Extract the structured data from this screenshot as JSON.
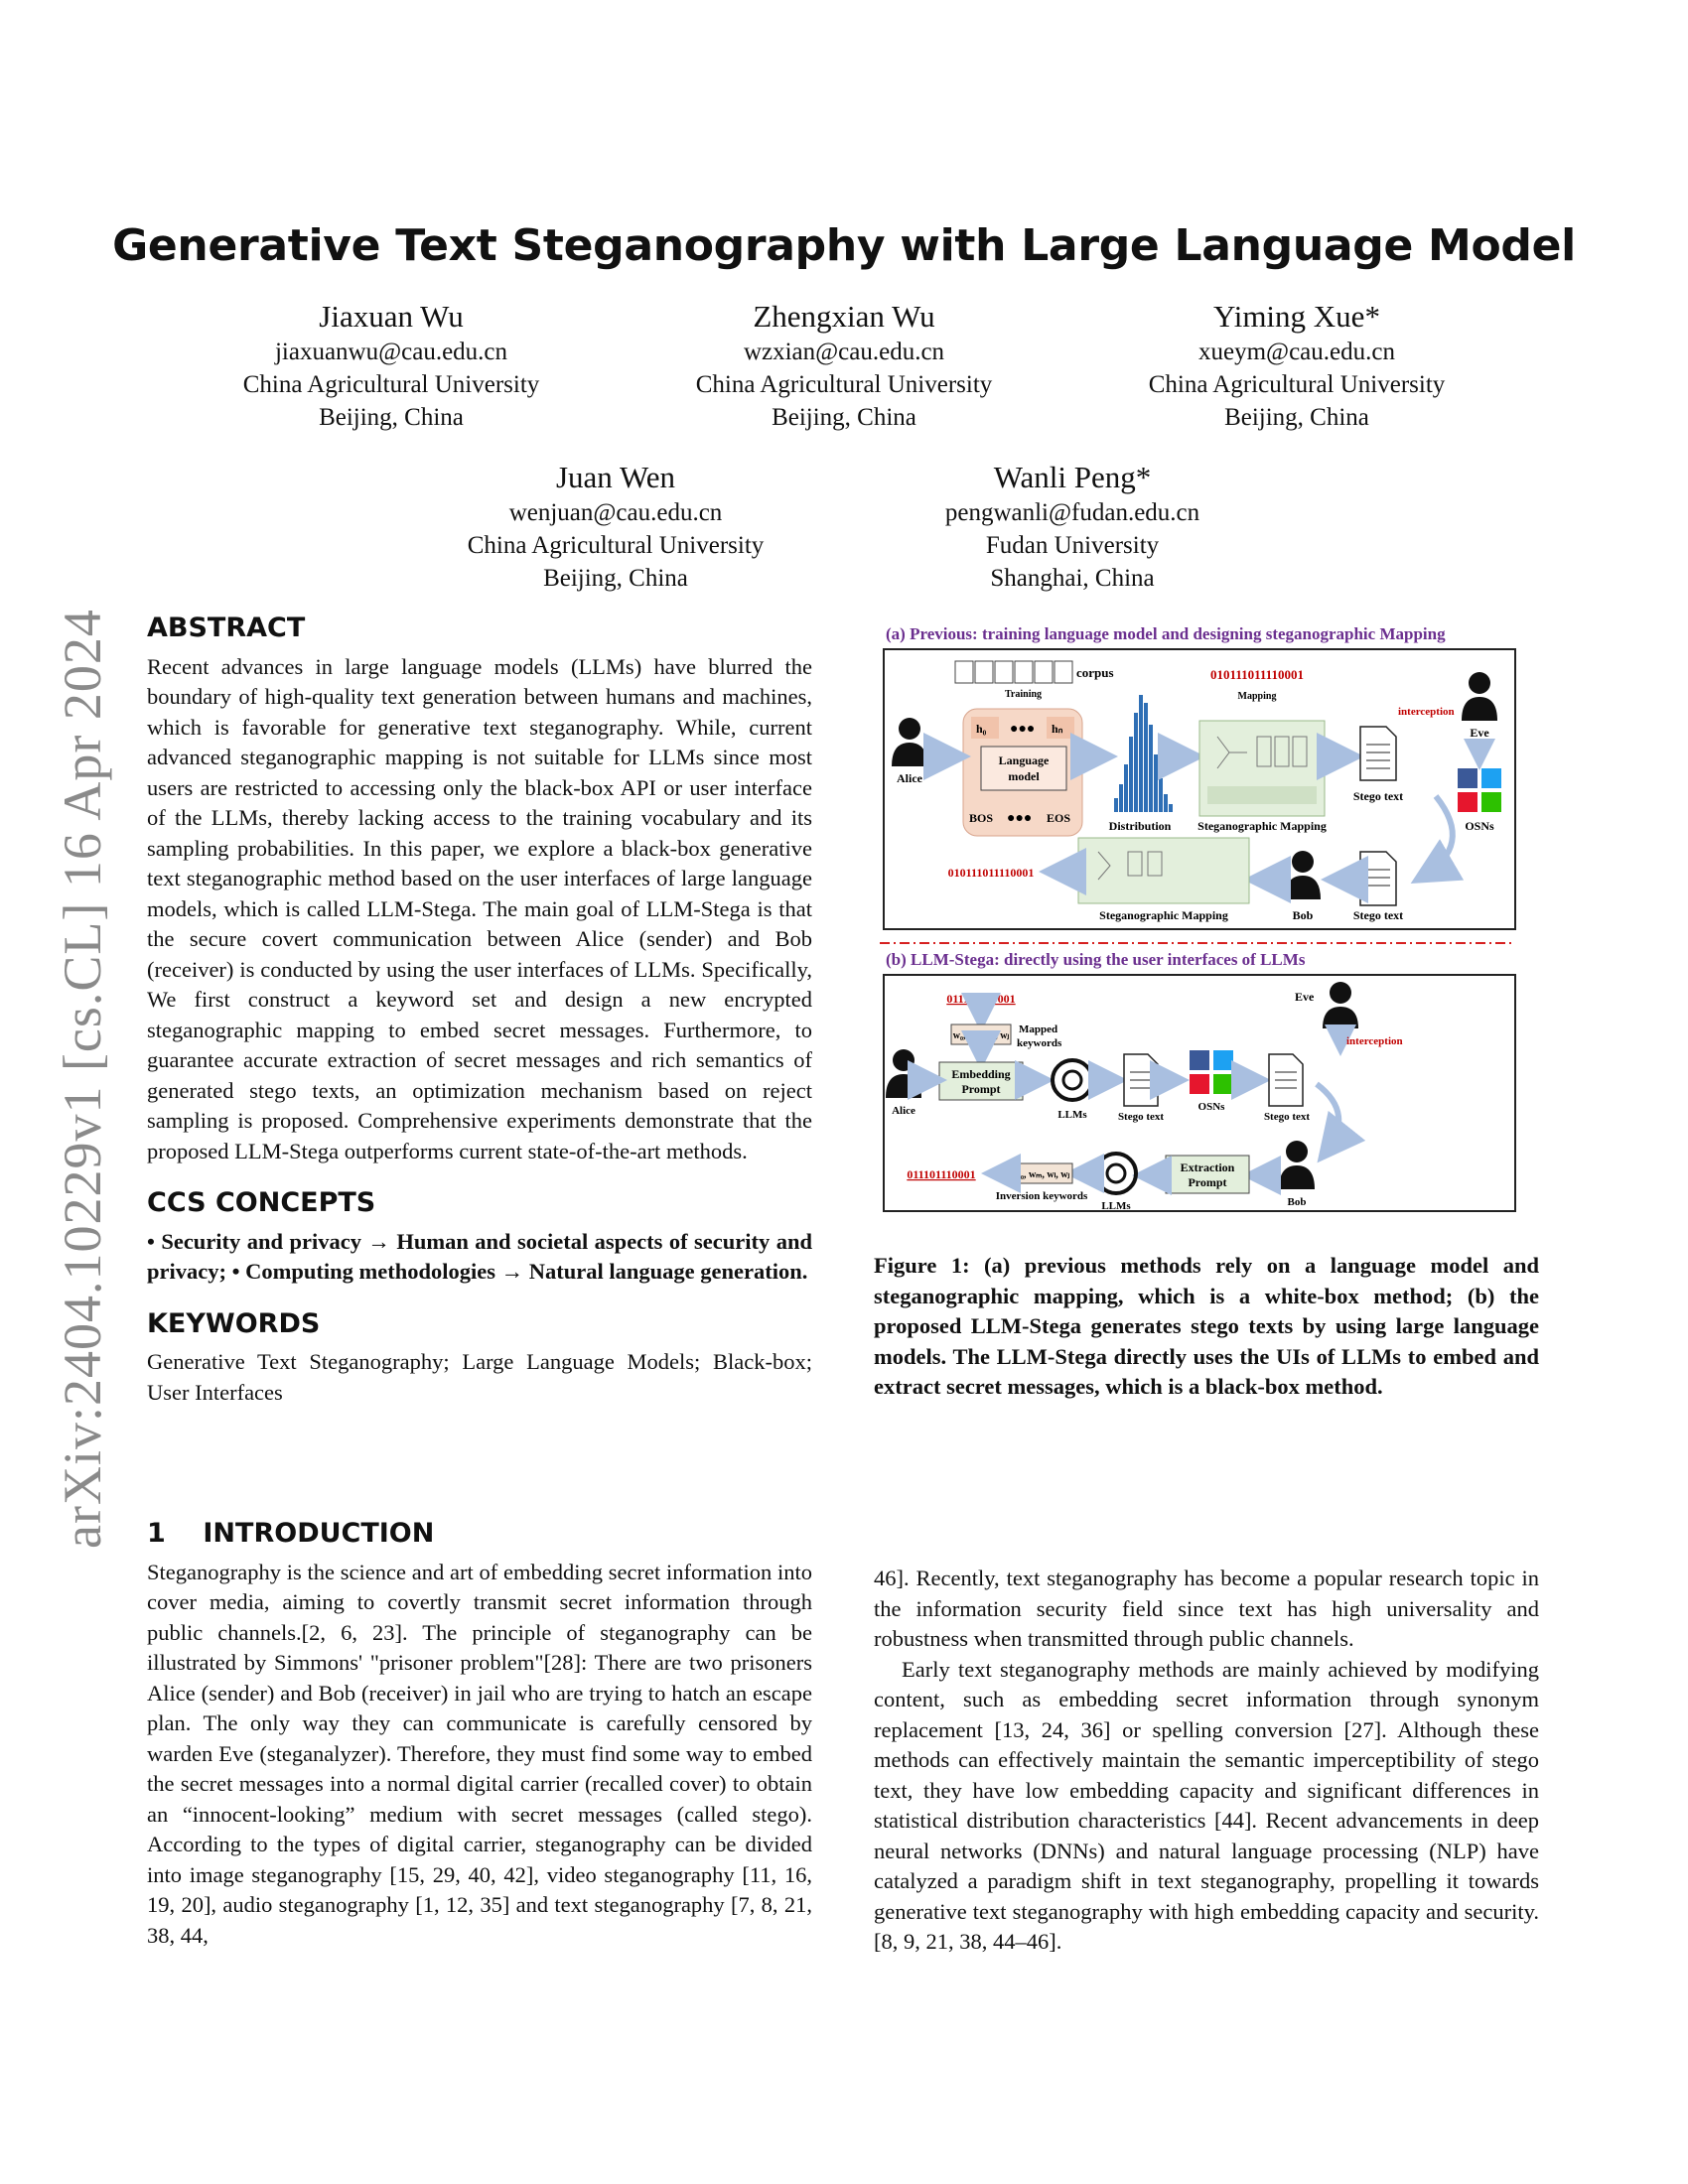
{
  "arxiv_stamp": "arXiv:2404.10229v1  [cs.CL]  16 Apr 2024",
  "title": "Generative Text Steganography with Large Language Model",
  "authors": [
    {
      "name": "Jiaxuan Wu",
      "email": "jiaxuanwu@cau.edu.cn",
      "affiliation": "China Agricultural University",
      "location": "Beijing, China"
    },
    {
      "name": "Zhengxian Wu",
      "email": "wzxian@cau.edu.cn",
      "affiliation": "China Agricultural University",
      "location": "Beijing, China"
    },
    {
      "name": "Yiming Xue*",
      "email": "xueym@cau.edu.cn",
      "affiliation": "China Agricultural University",
      "location": "Beijing, China"
    },
    {
      "name": "Juan Wen",
      "email": "wenjuan@cau.edu.cn",
      "affiliation": "China Agricultural University",
      "location": "Beijing, China"
    },
    {
      "name": "Wanli Peng*",
      "email": "pengwanli@fudan.edu.cn",
      "affiliation": "Fudan University",
      "location": "Shanghai, China"
    }
  ],
  "abstract": {
    "heading": "ABSTRACT",
    "text": "Recent advances in large language models (LLMs) have blurred the boundary of high-quality text generation between humans and machines, which is favorable for generative text steganography. While, current advanced steganographic mapping is not suitable for LLMs since most users are restricted to accessing only the black-box API or user interface of the LLMs, thereby lacking access to the training vocabulary and its sampling probabilities. In this paper, we explore a black-box generative text steganographic method based on the user interfaces of large language models, which is called LLM-Stega. The main goal of LLM-Stega is that the secure covert communication between Alice (sender) and Bob (receiver) is conducted by using the user interfaces of LLMs. Specifically, We first construct a keyword set and design a new encrypted steganographic mapping to embed secret messages. Furthermore, to guarantee accurate extraction of secret messages and rich semantics of generated stego texts, an optimization mechanism based on reject sampling is proposed. Comprehensive experiments demonstrate that the proposed LLM-Stega outperforms current state-of-the-art methods."
  },
  "ccs": {
    "heading": "CCS CONCEPTS",
    "text": "• Security and privacy → Human and societal aspects of security and privacy; • Computing methodologies → Natural language generation."
  },
  "keywords": {
    "heading": "KEYWORDS",
    "text": "Generative Text Steganography; Large Language Models; Black-box; User Interfaces"
  },
  "intro": {
    "heading": "1    INTRODUCTION",
    "left_text": "Steganography is the science and art of embedding secret information into cover media, aiming to covertly transmit secret information through public channels.[2, 6, 23]. The principle of steganography can be illustrated by Simmons' \"prisoner problem\"[28]: There are two prisoners Alice (sender) and Bob (receiver) in jail who are trying to hatch an escape plan. The only way they can communicate is carefully censored by warden Eve (steganalyzer). Therefore, they must find some way to embed the secret messages into a normal digital carrier (recalled cover) to obtain an “innocent-looking” medium with secret messages (called stego). According to the types of digital carrier, steganography can be divided into image steganography [15, 29, 40, 42], video steganography [11, 16, 19, 20], audio steganography [1, 12, 35] and text steganography [7, 8, 21, 38, 44,",
    "right_p1": "46]. Recently, text steganography has become a popular research topic in the information security field since text has high universality and robustness when transmitted through public channels.",
    "right_p2": "Early text steganography methods are mainly achieved by modifying content, such as embedding secret information through synonym replacement [13, 24, 36] or spelling conversion [27]. Although these methods can effectively maintain the semantic imperceptibility of stego text, they have low embedding capacity and significant differences in statistical distribution characteristics [44]. Recent advancements in deep neural networks (DNNs) and natural language processing (NLP) have catalyzed a paradigm shift in text steganography, propelling it towards generative text steganography with high embedding capacity and security. [8, 9, 21, 38, 44–46]."
  },
  "figure": {
    "caption": "Figure 1: (a) previous methods rely on a language model and steganographic mapping, which is a white-box method; (b) the proposed LLM-Stega generates stego texts by using large language models. The LLM-Stega directly uses the UIs of LLMs to embed and extract secret messages, which is a black-box method.",
    "panel_a_title": "(a) Previous: training language model and designing steganographic Mapping",
    "panel_b_title": "(b) LLM-Stega: directly using the user interfaces of LLMs",
    "a": {
      "corpus": "corpus",
      "training": "Training",
      "h0": "h₀",
      "hn": "hₙ",
      "lm1": "Language",
      "lm2": "model",
      "bos": "BOS",
      "eos": "EOS",
      "alice": "Alice",
      "distribution": "Distribution",
      "bits_top": "010111011110001",
      "mapping": "Mapping",
      "stega_mapping": "Steganographic Mapping",
      "interception": "interception",
      "eve": "Eve",
      "stego_text": "Stego text",
      "osns": "OSNs",
      "bits_bottom": "010111011110001",
      "stega_mapping_bottom": "Steganographic Mapping",
      "bob": "Bob",
      "stego_text_bottom": "Stego text"
    },
    "b": {
      "bits": "011101110001",
      "keywords": "w₀, wₘ, wₗ, wⱼ",
      "mapped1": "Mapped",
      "mapped2": "keywords",
      "embed1": "Embedding",
      "embed2": "Prompt",
      "alice": "Alice",
      "llms": "LLMs",
      "stego_text": "Stego text",
      "eve": "Eve",
      "interception": "interception",
      "osns": "OSNs",
      "stego_text_right": "Stego text",
      "extract1": "Extraction",
      "extract2": "Prompt",
      "bob": "Bob",
      "llms_bottom": "LLMs",
      "inv_keywords": "w₀, wₘ, wₗ, wⱼ",
      "inversion": "Inversion keywords",
      "bits_out": "011101110001"
    }
  }
}
